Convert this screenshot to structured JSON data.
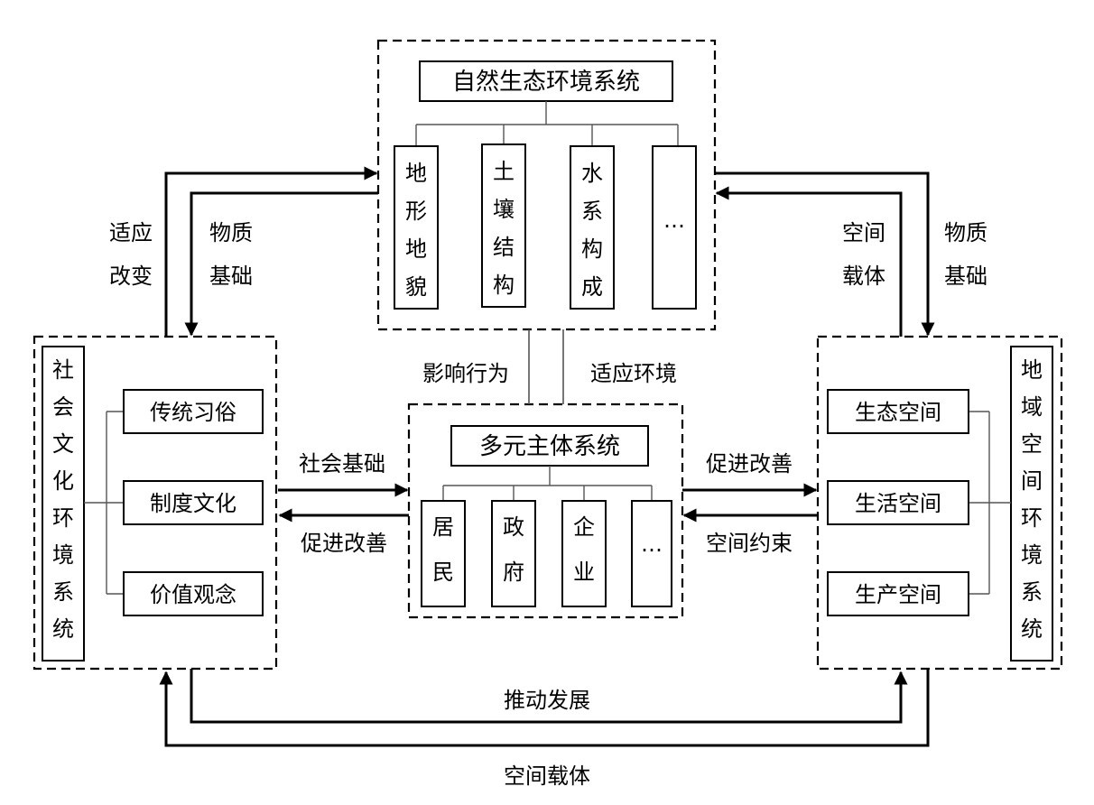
{
  "natural": {
    "title": "自然生态环境系统",
    "items": [
      "地形地貌",
      "土壤结构",
      "水系构成",
      "…"
    ]
  },
  "social": {
    "title": "社会文化环境系统",
    "items": [
      "传统习俗",
      "制度文化",
      "价值观念"
    ]
  },
  "actors": {
    "title": "多元主体系统",
    "items": [
      "居民",
      "政府",
      "企业",
      "…"
    ]
  },
  "regional": {
    "title": "地域空间环境系统",
    "items": [
      "生态空间",
      "生活空间",
      "生产空间"
    ]
  },
  "relations": {
    "adapt_change": [
      "适应",
      "改变"
    ],
    "material_base_left": [
      "物质",
      "基础"
    ],
    "spatial_carrier_right": [
      "空间",
      "载体"
    ],
    "material_base_right": [
      "物质",
      "基础"
    ],
    "influence_behavior": "影响行为",
    "adapt_environment": "适应环境",
    "social_base": "社会基础",
    "promote_improve_left": "促进改善",
    "promote_improve_right": "促进改善",
    "spatial_constraint": "空间约束",
    "drive_development": "推动发展",
    "spatial_carrier_bottom": "空间载体"
  }
}
